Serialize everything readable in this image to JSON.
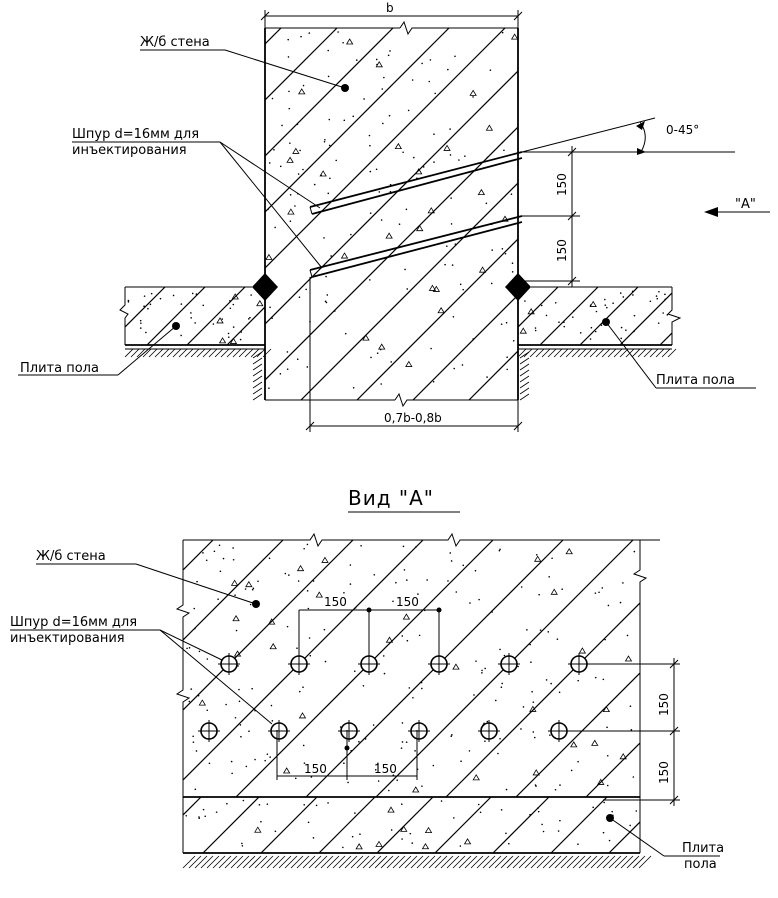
{
  "section": {
    "wall_label": "Ж/б стена",
    "hole_label_line1": "Шпур d=16мм для",
    "hole_label_line2": "инъектирования",
    "width_label": "b",
    "angle_label": "0-45°",
    "spacing_upper": "150",
    "spacing_lower": "150",
    "view_arrow_label": "\"A\"",
    "slab_left_label": "Плита пола",
    "slab_right_label": "Плита пола",
    "depth_label": "0,7b-0,8b"
  },
  "view_a": {
    "title": "Вид \"A\"",
    "wall_label": "Ж/б стена",
    "hole_label_line1": "Шпур d=16мм для",
    "hole_label_line2": "инъектирования",
    "top_spacing_1": "150",
    "top_spacing_2": "150",
    "bottom_spacing_1": "150",
    "bottom_spacing_2": "150",
    "vertical_spacing_upper": "150",
    "vertical_spacing_lower": "150",
    "slab_label_line1": "Плита",
    "slab_label_line2": "пола"
  }
}
